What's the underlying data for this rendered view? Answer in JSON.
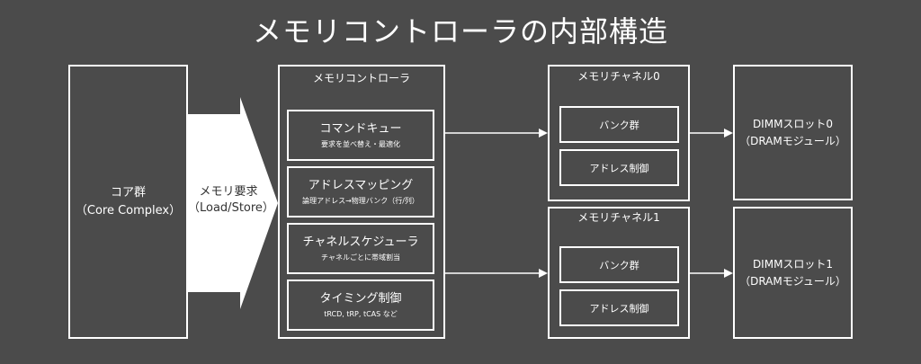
{
  "title": "メモリコントローラの内部構造",
  "core": {
    "line1": "コア群",
    "line2": "（Core Complex）"
  },
  "request": {
    "line1": "メモリ要求",
    "line2": "（Load/Store）"
  },
  "controller": {
    "title": "メモリコントローラ",
    "blocks": [
      {
        "main": "コマンドキュー",
        "sub": "要求を並べ替え・最適化"
      },
      {
        "main": "アドレスマッピング",
        "sub": "論理アドレス→物理バンク（行/列）"
      },
      {
        "main": "チャネルスケジューラ",
        "sub": "チャネルごとに帯域割当"
      },
      {
        "main": "タイミング制御",
        "sub": "tRCD, tRP, tCAS など"
      }
    ]
  },
  "channels": [
    {
      "title": "メモリチャネル0",
      "items": [
        "バンク群",
        "アドレス制御"
      ]
    },
    {
      "title": "メモリチャネル1",
      "items": [
        "バンク群",
        "アドレス制御"
      ]
    }
  ],
  "dimms": [
    {
      "line1": "DIMMスロット0",
      "line2": "（DRAMモジュール）"
    },
    {
      "line1": "DIMMスロット1",
      "line2": "（DRAMモジュール）"
    }
  ],
  "colors": {
    "background": "#4b4b4b",
    "foreground": "#ffffff"
  }
}
